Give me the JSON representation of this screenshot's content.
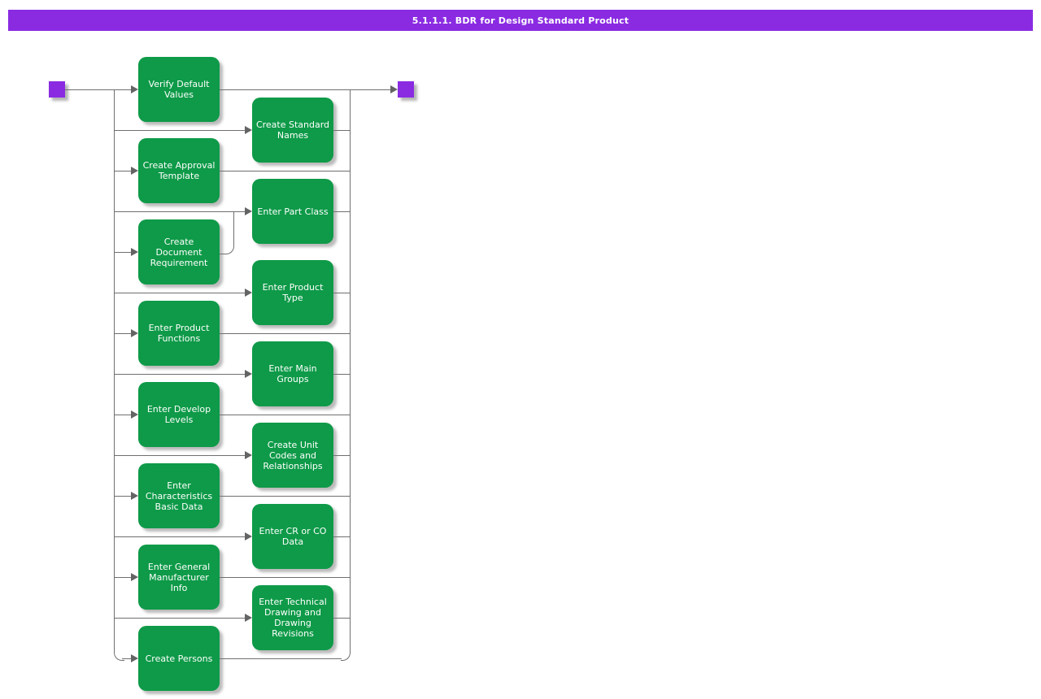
{
  "title": "5.1.1.1. BDR for Design Standard Product",
  "colors": {
    "title_bg": "#8A2BE2",
    "terminal_node": "#8A2BE2",
    "activity_fill": "#0E9A48",
    "activity_text": "#FFFFFF",
    "edge": "#6F6F6F"
  },
  "activities": {
    "left": [
      {
        "label": "Verify Default\nValues"
      },
      {
        "label": "Create Approval\nTemplate"
      },
      {
        "label": "Create\nDocument\nRequirement"
      },
      {
        "label": "Enter Product\nFunctions"
      },
      {
        "label": "Enter Develop\nLevels"
      },
      {
        "label": "Enter\nCharacteristics\nBasic Data"
      },
      {
        "label": "Enter General\nManufacturer\nInfo"
      },
      {
        "label": "Create Persons"
      }
    ],
    "right": [
      {
        "label": "Create Standard\nNames"
      },
      {
        "label": "Enter Part Class"
      },
      {
        "label": "Enter Product\nType"
      },
      {
        "label": "Enter Main\nGroups"
      },
      {
        "label": "Create Unit\nCodes and\nRelationships"
      },
      {
        "label": "Enter CR or CO\nData"
      },
      {
        "label": "Enter Technical\nDrawing and\nDrawing\nRevisions"
      }
    ]
  }
}
